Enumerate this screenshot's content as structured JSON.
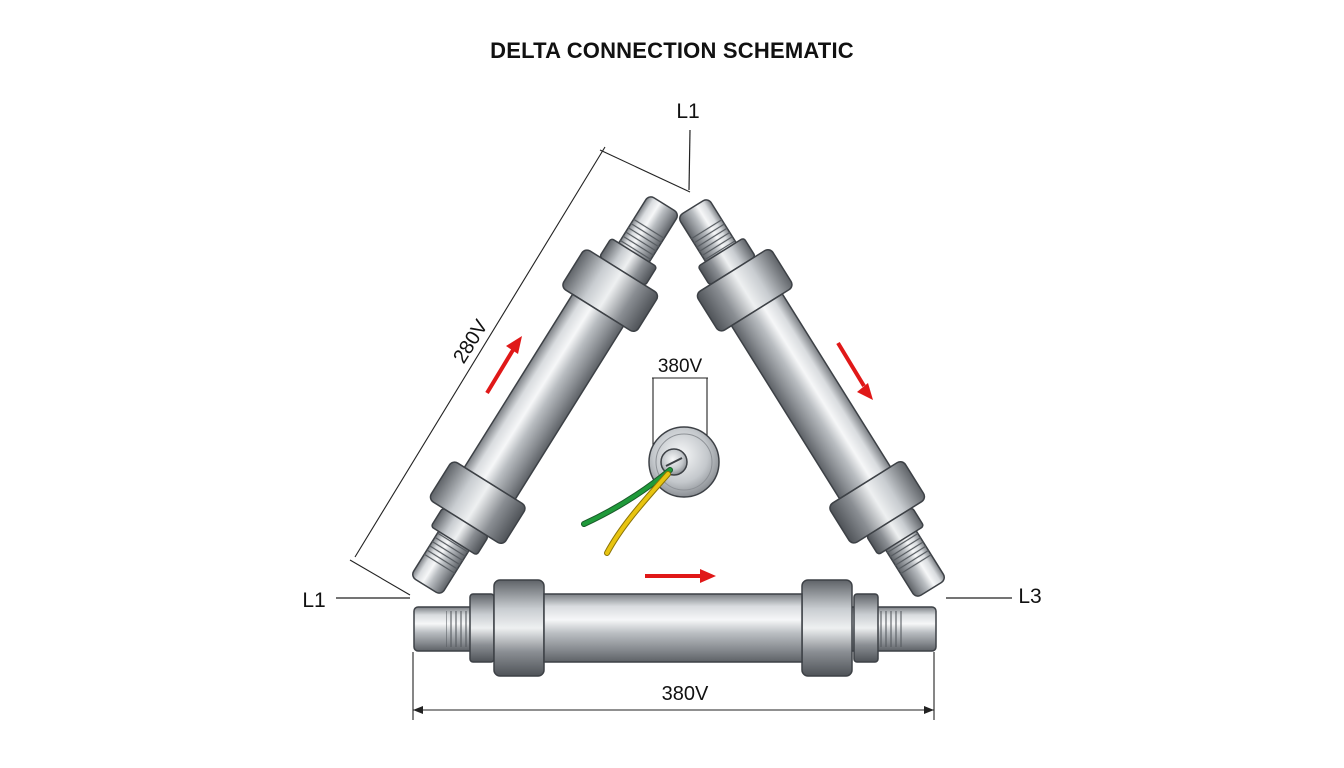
{
  "title": "DELTA CONNECTION SCHEMATIC",
  "terminals": {
    "top": "L1",
    "left": "L1",
    "right": "L3"
  },
  "dimensions": {
    "left_side": "280V",
    "bottom_side": "380V",
    "center": "380V"
  },
  "colors": {
    "arrow": "#e01818",
    "wire_green": "#1f9a3a",
    "wire_yellow": "#e8c410",
    "steel_dark": "#6f7378",
    "steel_light": "#f4f5f6"
  },
  "icons": [
    "current-arrow-icon",
    "ground-terminal-icon"
  ]
}
